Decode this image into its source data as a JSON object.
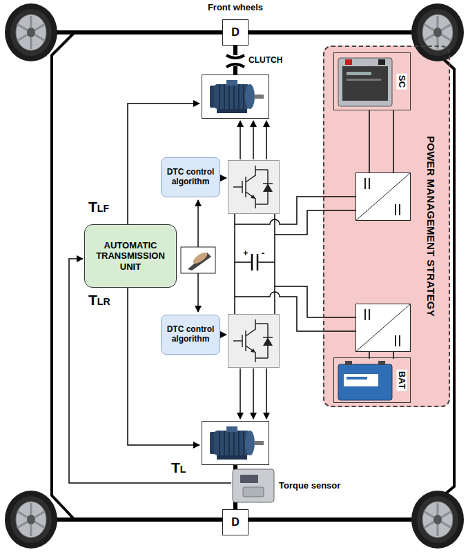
{
  "diagram": {
    "nodes": [
      {
        "text": [
          "D"
        ]
      },
      {
        "text": [
          "DTC control algorithm"
        ]
      },
      {
        "text": [
          "AUTOMATIC TRANSMISSION UNIT"
        ]
      },
      {
        "text": [
          "DTC control algorithm"
        ]
      },
      {
        "text": [
          "POWER MANAGEMENT STRATEGY"
        ]
      },
      {
        "text": [
          "SC"
        ],
        "in": 4
      },
      {
        "text": [
          "BAT"
        ],
        "in": 4
      },
      {
        "text": [
          "D"
        ]
      }
    ],
    "labels": [
      "Front wheels",
      "CLUTCH",
      "TLF",
      "TLR",
      "TL",
      "Torque sensor",
      "+",
      "-"
    ]
  }
}
